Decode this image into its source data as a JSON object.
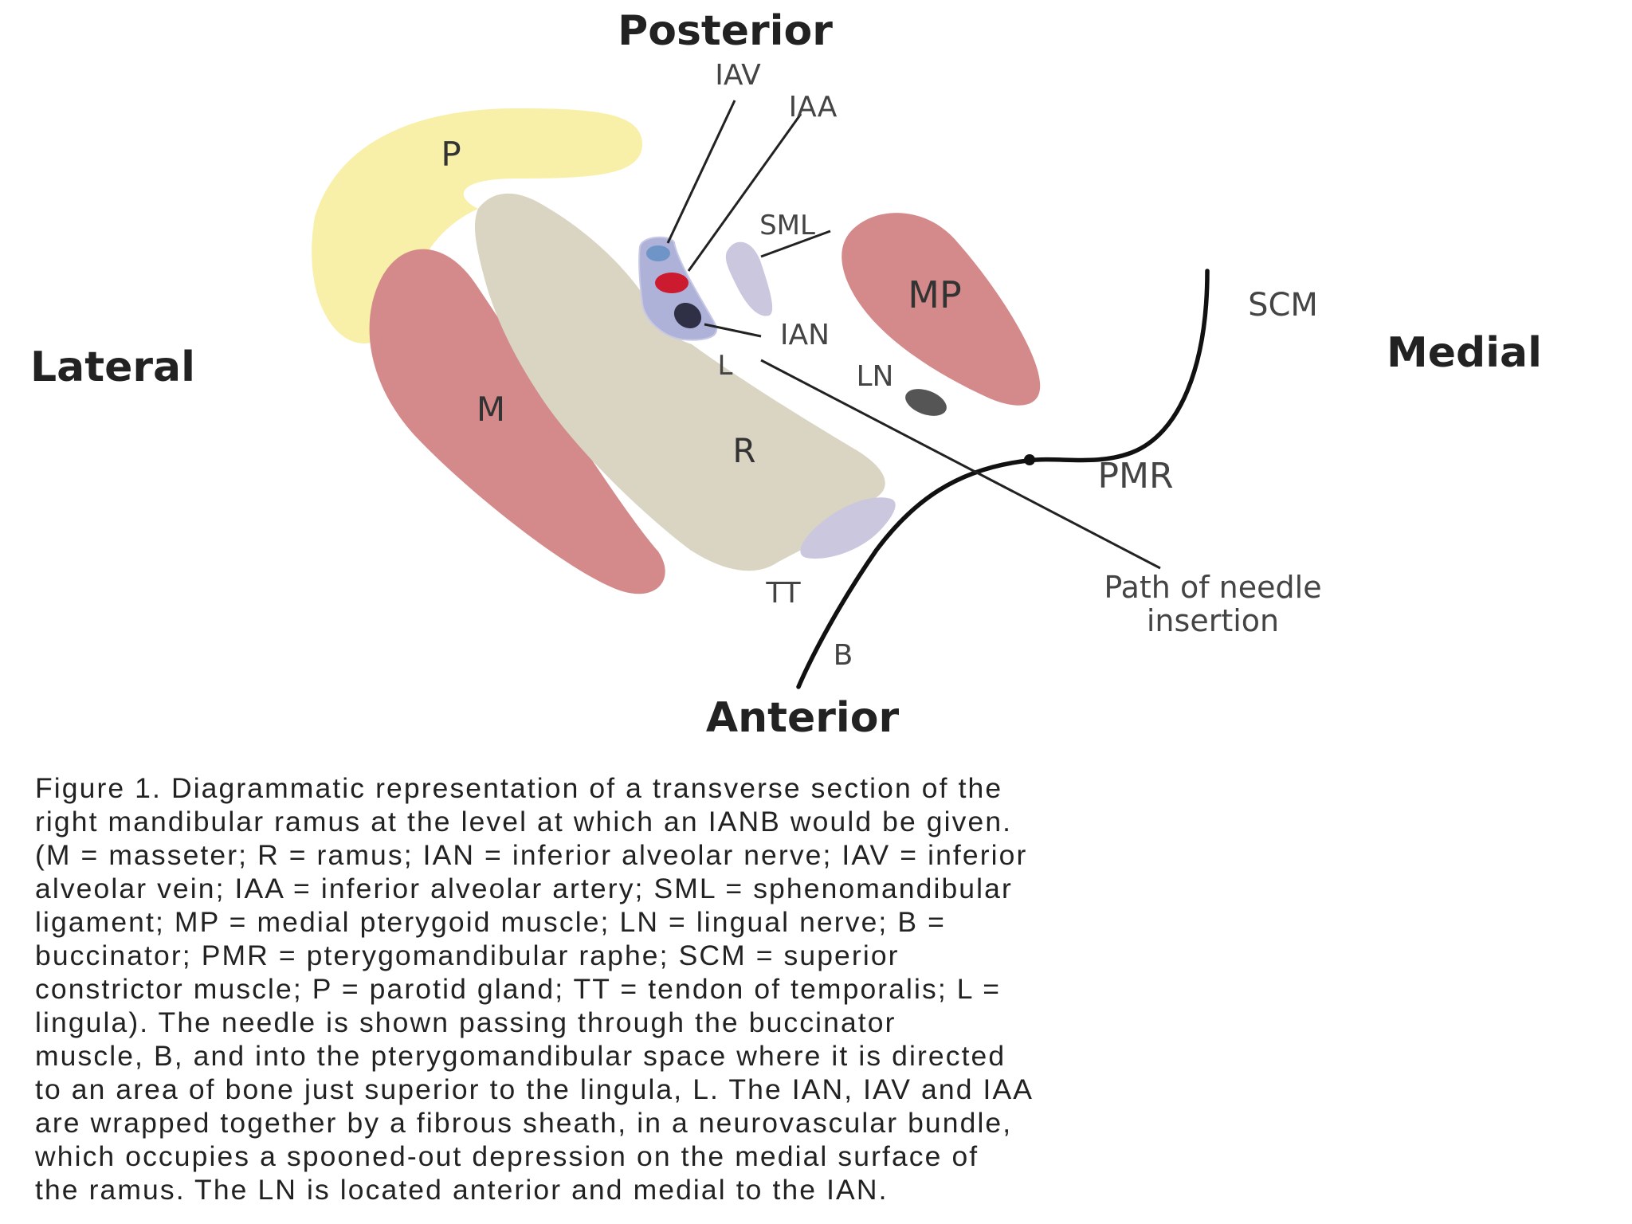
{
  "orientation": {
    "posterior": "Posterior",
    "anterior": "Anterior",
    "lateral": "Lateral",
    "medial": "Medial"
  },
  "labels": {
    "P": "P",
    "M": "M",
    "R": "R",
    "L": "L",
    "IAV": "IAV",
    "IAA": "IAA",
    "SML": "SML",
    "MP": "MP",
    "IAN": "IAN",
    "LN": "LN",
    "SCM": "SCM",
    "PMR": "PMR",
    "TT": "TT",
    "B": "B",
    "needle_line1": "Path of needle",
    "needle_line2": "insertion"
  },
  "caption": {
    "lines": [
      "Figure 1.   Diagrammatic representation of a transverse section of the",
      "right mandibular ramus at the level at which an IANB would be given.",
      "(M = masseter; R = ramus; IAN = inferior alveolar nerve; IAV = inferior",
      "alveolar vein; IAA = inferior alveolar artery; SML = sphenomandibular",
      "ligament; MP = medial pterygoid muscle; LN = lingual nerve; B =",
      "buccinator; PMR = pterygomandibular raphe; SCM = superior",
      "constrictor muscle; P = parotid gland; TT = tendon of temporalis; L =",
      "lingula). The needle is shown passing through the buccinator",
      "muscle, B, and into the pterygomandibular space where it is directed",
      "to an area of bone just superior to the lingula, L. The IAN, IAV and IAA",
      "are wrapped together by a fibrous sheath, in a neurovascular bundle,",
      "which occupies a spooned-out depression on the medial surface of",
      "the ramus. The LN is located anterior and medial to the IAN."
    ]
  },
  "colors": {
    "parotid": "#f8f0a8",
    "muscle": "#d48a8a",
    "ramus": "#d9d5c2",
    "ligament": "#cac7df",
    "bundle": "#aeb1d8",
    "vein": "#6f95c8",
    "artery": "#cc1a2e",
    "nerve": "#2f2f45",
    "lingual_nerve": "#555555"
  }
}
